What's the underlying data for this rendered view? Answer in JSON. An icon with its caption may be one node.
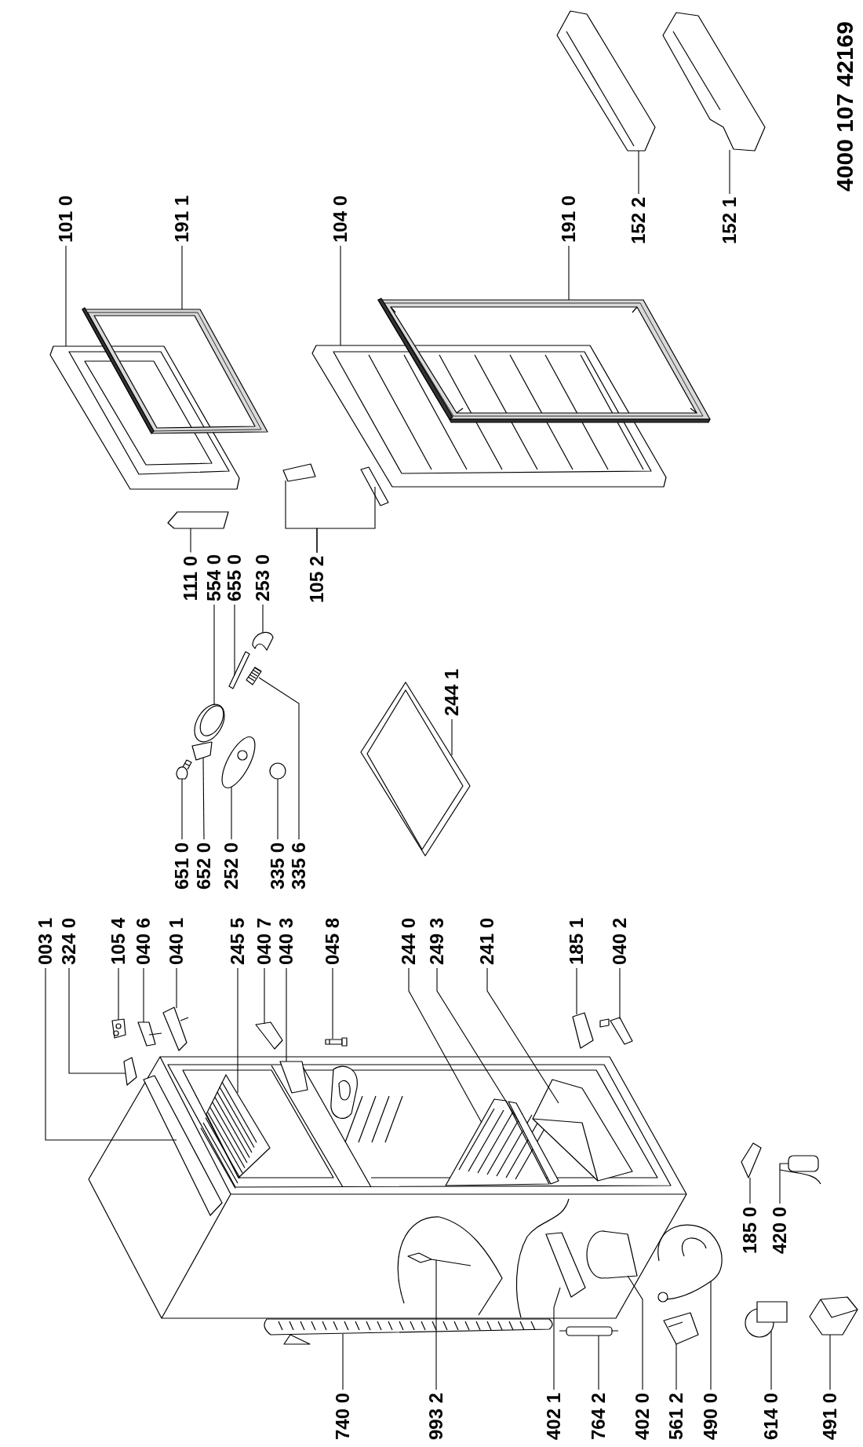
{
  "diagram": {
    "nodes": [
      {
        "text": [
          "101 0"
        ]
      },
      {
        "text": [
          "191 1"
        ]
      },
      {
        "text": [
          "104 0"
        ]
      },
      {
        "text": [
          "191 0"
        ]
      },
      {
        "text": [
          "152 2"
        ]
      },
      {
        "text": [
          "152 1"
        ]
      },
      {
        "text": [
          "111 0"
        ]
      },
      {
        "text": [
          "554 0"
        ]
      },
      {
        "text": [
          "655 0"
        ]
      },
      {
        "text": [
          "253 0"
        ]
      },
      {
        "text": [
          "105 2"
        ]
      },
      {
        "text": [
          "244 1"
        ]
      },
      {
        "text": [
          "651 0"
        ]
      },
      {
        "text": [
          "652 0"
        ]
      },
      {
        "text": [
          "252 0"
        ]
      },
      {
        "text": [
          "335 0"
        ]
      },
      {
        "text": [
          "335 6"
        ]
      },
      {
        "text": [
          "003 1"
        ]
      },
      {
        "text": [
          "324 0"
        ]
      },
      {
        "text": [
          "105 4"
        ]
      },
      {
        "text": [
          "040 6"
        ]
      },
      {
        "text": [
          "040 1"
        ]
      },
      {
        "text": [
          "245 5"
        ]
      },
      {
        "text": [
          "040 7"
        ]
      },
      {
        "text": [
          "040 3"
        ]
      },
      {
        "text": [
          "045 8"
        ]
      },
      {
        "text": [
          "244 0"
        ]
      },
      {
        "text": [
          "249 3"
        ]
      },
      {
        "text": [
          "241 0"
        ]
      },
      {
        "text": [
          "185 1"
        ]
      },
      {
        "text": [
          "040 2"
        ]
      },
      {
        "text": [
          "185 0"
        ]
      },
      {
        "text": [
          "420 0"
        ]
      },
      {
        "text": [
          "740 0"
        ]
      },
      {
        "text": [
          "993 2"
        ]
      },
      {
        "text": [
          "402 1"
        ]
      },
      {
        "text": [
          "764 2"
        ]
      },
      {
        "text": [
          "402 0"
        ]
      },
      {
        "text": [
          "561 2"
        ]
      },
      {
        "text": [
          "490 0"
        ]
      },
      {
        "text": [
          "614 0"
        ]
      },
      {
        "text": [
          "491 0"
        ]
      },
      {
        "text": [],
        "shape": "picture"
      },
      {
        "text": [],
        "shape": "picture"
      },
      {
        "text": [],
        "shape": "picture"
      },
      {
        "text": [],
        "shape": "picture"
      },
      {
        "text": [],
        "shape": "picture"
      },
      {
        "text": [],
        "shape": "picture"
      },
      {
        "text": [],
        "shape": "picture"
      },
      {
        "text": [],
        "shape": "picture"
      },
      {
        "text": [],
        "shape": "picture"
      },
      {
        "text": [],
        "shape": "picture"
      },
      {
        "text": [],
        "shape": "picture"
      },
      {
        "text": [],
        "shape": "picture"
      },
      {
        "text": [],
        "shape": "picture"
      },
      {
        "text": [],
        "shape": "picture"
      },
      {
        "text": [],
        "shape": "picture"
      },
      {
        "text": [],
        "shape": "picture"
      },
      {
        "text": [],
        "shape": "picture"
      },
      {
        "text": [],
        "shape": "picture"
      },
      {
        "text": [],
        "shape": "picture"
      },
      {
        "text": [],
        "shape": "picture"
      },
      {
        "text": [],
        "shape": "picture"
      },
      {
        "text": [],
        "shape": "picture"
      },
      {
        "text": [],
        "shape": "picture"
      },
      {
        "text": [],
        "shape": "picture"
      },
      {
        "text": [],
        "shape": "picture"
      },
      {
        "text": [],
        "shape": "picture"
      },
      {
        "text": [],
        "shape": "picture"
      },
      {
        "text": [],
        "shape": "picture"
      },
      {
        "text": [],
        "shape": "picture"
      },
      {
        "text": [],
        "shape": "picture"
      },
      {
        "text": [],
        "shape": "picture"
      },
      {
        "text": [],
        "shape": "picture"
      },
      {
        "text": [],
        "shape": "picture"
      },
      {
        "text": [],
        "shape": "picture"
      },
      {
        "text": [],
        "shape": "picture"
      },
      {
        "text": [],
        "shape": "picture"
      },
      {
        "text": [],
        "shape": "picture"
      },
      {
        "text": [],
        "shape": "picture"
      },
      {
        "text": [],
        "shape": "picture"
      },
      {
        "text": [],
        "shape": "picture"
      },
      {
        "text": [],
        "shape": "picture"
      },
      {
        "text": [],
        "shape": "picture"
      },
      {
        "text": [],
        "shape": "picture"
      }
    ],
    "edges": [
      {
        "from": 0,
        "to": 42,
        "arrow": "none"
      },
      {
        "from": 1,
        "to": 43,
        "arrow": "none"
      },
      {
        "from": 2,
        "to": 44,
        "arrow": "none"
      },
      {
        "from": 3,
        "to": 45,
        "arrow": "none"
      },
      {
        "from": 4,
        "to": 46,
        "arrow": "none"
      },
      {
        "from": 5,
        "to": 47,
        "arrow": "none"
      },
      {
        "from": 6,
        "to": 48,
        "arrow": "none"
      },
      {
        "from": 7,
        "to": 49,
        "arrow": "none"
      },
      {
        "from": 8,
        "to": 50,
        "arrow": "none"
      },
      {
        "from": 9,
        "to": 51,
        "arrow": "none"
      },
      {
        "from": 10,
        "to": 52,
        "arrow": "none"
      },
      {
        "from": 10,
        "to": 53,
        "arrow": "none"
      },
      {
        "from": 11,
        "to": 54,
        "arrow": "none"
      },
      {
        "from": 12,
        "to": 55,
        "arrow": "none"
      },
      {
        "from": 13,
        "to": 56,
        "arrow": "none"
      },
      {
        "from": 14,
        "to": 57,
        "arrow": "none"
      },
      {
        "from": 15,
        "to": 58,
        "arrow": "none"
      },
      {
        "from": 16,
        "to": 59,
        "arrow": "none"
      },
      {
        "from": 17,
        "to": 60,
        "arrow": "none"
      },
      {
        "from": 18,
        "to": 61,
        "arrow": "none"
      },
      {
        "from": 19,
        "to": 62,
        "arrow": "none"
      },
      {
        "from": 20,
        "to": 63,
        "arrow": "none"
      },
      {
        "from": 21,
        "to": 64,
        "arrow": "none"
      },
      {
        "from": 22,
        "to": 65,
        "arrow": "none"
      },
      {
        "from": 23,
        "to": 66,
        "arrow": "none"
      },
      {
        "from": 24,
        "to": 67,
        "arrow": "none"
      },
      {
        "from": 25,
        "to": 68,
        "arrow": "none"
      },
      {
        "from": 26,
        "to": 69,
        "arrow": "none"
      },
      {
        "from": 27,
        "to": 70,
        "arrow": "none"
      },
      {
        "from": 28,
        "to": 71,
        "arrow": "none"
      },
      {
        "from": 29,
        "to": 72,
        "arrow": "none"
      },
      {
        "from": 30,
        "to": 73,
        "arrow": "none"
      },
      {
        "from": 31,
        "to": 74,
        "arrow": "none"
      },
      {
        "from": 32,
        "to": 75,
        "arrow": "none"
      },
      {
        "from": 33,
        "to": 76,
        "arrow": "none"
      },
      {
        "from": 34,
        "to": 77,
        "arrow": "none"
      },
      {
        "from": 35,
        "to": 78,
        "arrow": "none"
      },
      {
        "from": 36,
        "to": 79,
        "arrow": "none"
      },
      {
        "from": 37,
        "to": 80,
        "arrow": "none"
      },
      {
        "from": 38,
        "to": 81,
        "arrow": "none"
      },
      {
        "from": 39,
        "to": 82,
        "arrow": "none"
      },
      {
        "from": 40,
        "to": 83,
        "arrow": "none"
      },
      {
        "from": 41,
        "to": 84,
        "arrow": "none"
      }
    ],
    "labels": [
      "4000 107 42169"
    ]
  }
}
